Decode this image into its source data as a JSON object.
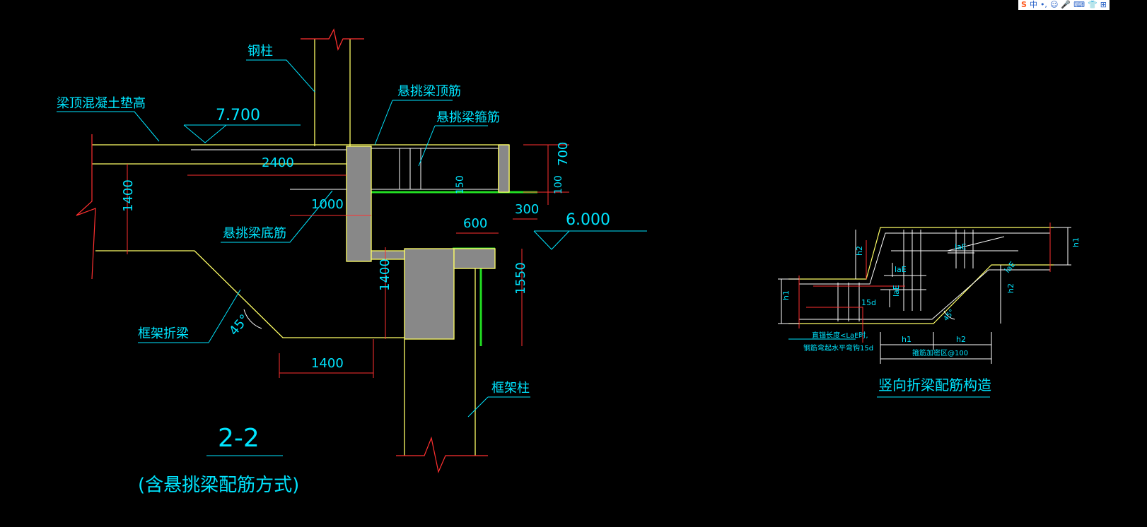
{
  "ime_toolbar": {
    "logo": "S",
    "lang": "中",
    "items": [
      "•,",
      "☺",
      "🎤",
      "⌨",
      "👕",
      "⊞"
    ]
  },
  "section_2_2": {
    "labels": {
      "steel_column": "钢柱",
      "beam_top_concrete": "梁顶混凝土垫高",
      "cantilever_top_bar": "悬挑梁顶筋",
      "cantilever_stirrup": "悬挑梁箍筋",
      "cantilever_bottom_bar": "悬挑梁底筋",
      "frame_folded_beam": "框架折梁",
      "frame_column": "框架柱"
    },
    "elevation_top": "7.700",
    "elevation_right": "6.000",
    "dims": {
      "d2400": "2400",
      "d1400_left": "1400",
      "d1000": "1000",
      "d150": "150",
      "d100": "100",
      "d700": "700",
      "d300": "300",
      "d600": "600",
      "d1400_mid": "1400",
      "d1550": "1550",
      "d1400_bottom": "1400",
      "angle": "45°"
    },
    "title": "2-2",
    "subtitle": "(含悬挑梁配筋方式)"
  },
  "vertical_detail": {
    "title": "竖向折梁配筋构造",
    "labels": {
      "h1_left": "h1",
      "h1_right": "h1",
      "h2_top": "h2",
      "h2_right": "h2",
      "lae1": "laE",
      "lae2": "laE",
      "lae3": "laE",
      "lae4": "laE",
      "d15": "15d",
      "h1_bottom": "h1",
      "h2_bottom": "h2",
      "angle": "45°",
      "note_line1": "直锚长度<LaE时,",
      "note_line2": "钢筋弯起水平弯钩15d",
      "stirrup_note": "箍筋加密区@100"
    }
  }
}
